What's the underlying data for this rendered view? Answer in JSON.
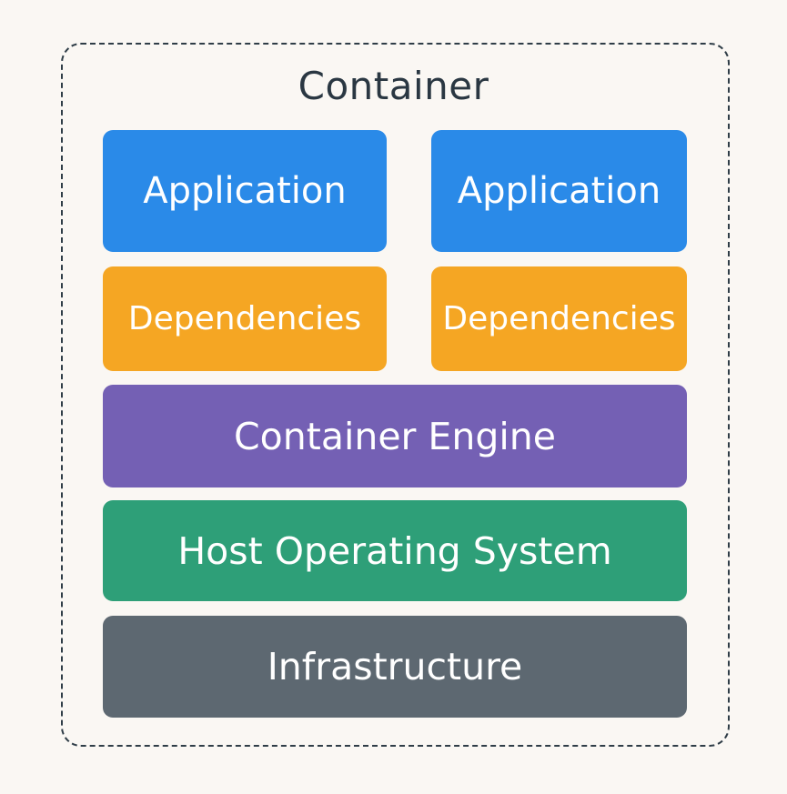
{
  "diagram": {
    "title": "Container",
    "apps": [
      {
        "label": "Application"
      },
      {
        "label": "Application"
      }
    ],
    "dependencies": [
      {
        "label": "Dependencies"
      },
      {
        "label": "Dependencies"
      }
    ],
    "engine": {
      "label": "Container Engine"
    },
    "host_os": {
      "label": "Host Operating System"
    },
    "infrastructure": {
      "label": "Infrastructure"
    }
  },
  "colors": {
    "application": "#2a8ae8",
    "dependencies": "#f5a623",
    "engine": "#7460b4",
    "host_os": "#2e9f78",
    "infrastructure": "#5d6871",
    "frame": "#2f3d47",
    "background": "#faf7f3"
  }
}
